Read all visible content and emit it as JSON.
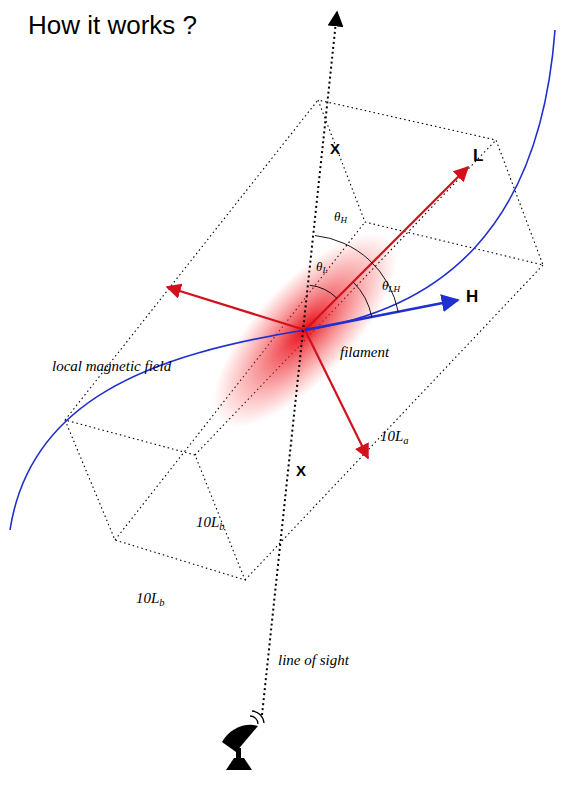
{
  "diagram": {
    "title": "How it works ?",
    "labels": [
      "X",
      "X",
      "L",
      "H",
      "θH",
      "θL",
      "θLH",
      "filament",
      "local magnetic field",
      "10La",
      "10Lb",
      "10Lb",
      "line of sight"
    ]
  }
}
